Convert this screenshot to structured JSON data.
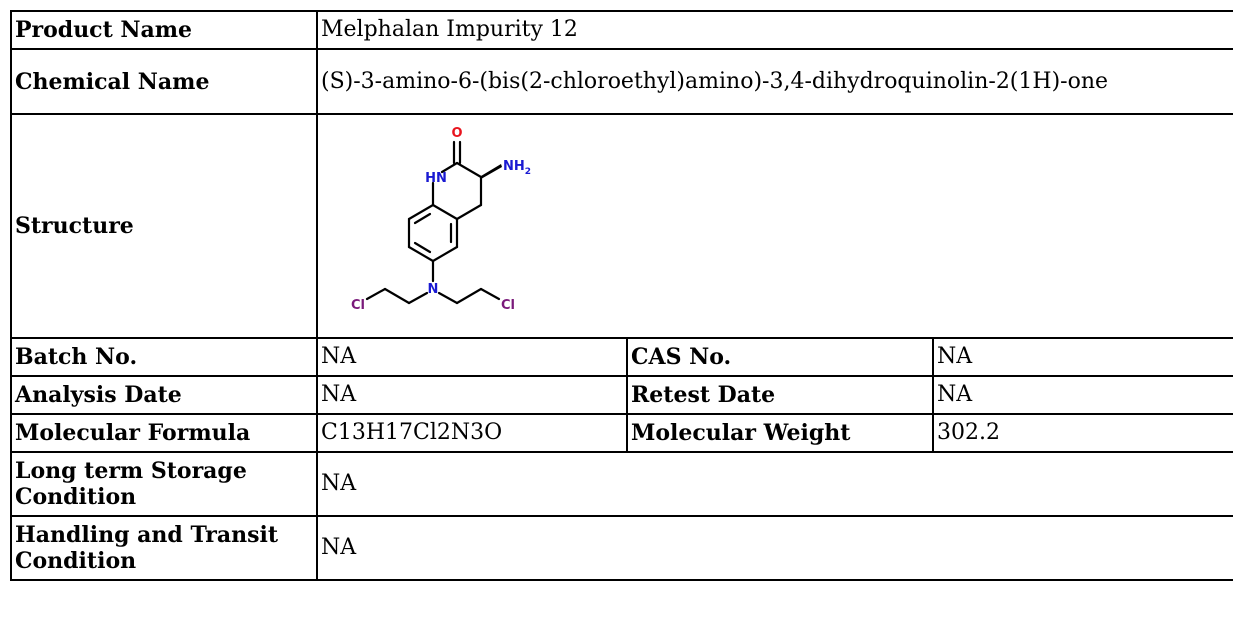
{
  "product": {
    "label": "Product Name",
    "value": "Melphalan Impurity 12"
  },
  "chemical": {
    "label": "Chemical Name",
    "value": "(S)-3-amino-6-(bis(2-chloroethyl)amino)-3,4-dihydroquinolin-2(1H)-one"
  },
  "structure": {
    "label": "Structure",
    "atoms": {
      "oxygen": "O",
      "nitrogen_ring": "HN",
      "amine": "NH",
      "amine_subscript": "2",
      "nitrogen_sub": "N",
      "chlorine_left": "Cl",
      "chlorine_right": "Cl"
    },
    "colors": {
      "bond": "#000000",
      "oxygen": "#e8141e",
      "nitrogen": "#1a1ad2",
      "chlorine": "#7a1a7a"
    }
  },
  "batch": {
    "label": "Batch No.",
    "value": "NA"
  },
  "cas": {
    "label": "CAS No.",
    "value": "NA"
  },
  "analysis_date": {
    "label": "Analysis Date",
    "value": "NA"
  },
  "retest_date": {
    "label": "Retest Date",
    "value": "NA"
  },
  "formula": {
    "label": "Molecular Formula",
    "value": "C13H17Cl2N3O"
  },
  "weight": {
    "label": "Molecular Weight",
    "value": "302.2"
  },
  "storage": {
    "label": "Long term Storage Condition",
    "value": "NA"
  },
  "handling": {
    "label": "Handling and Transit Condition",
    "value": "NA"
  }
}
